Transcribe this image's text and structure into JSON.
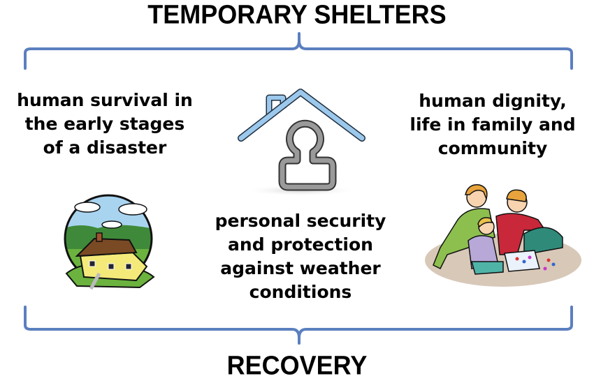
{
  "diagram": {
    "top_title": "TEMPORARY SHELTERS",
    "bottom_title": "RECOVERY",
    "left_block": {
      "lines": [
        "human survival in",
        "the early stages",
        "of a disaster"
      ],
      "icon": "earthquake-house-icon"
    },
    "center_block": {
      "lines": [
        "personal security",
        "and protection",
        "against weather",
        "conditions"
      ],
      "icon": "house-person-icon"
    },
    "right_block": {
      "lines": [
        "human dignity,",
        "life in family and",
        "community"
      ],
      "icon": "family-playing-icon"
    },
    "colors": {
      "brace": "#5b7fbf",
      "roof": "#9cc8ec",
      "person": "#8a8a8a",
      "text": "#000000"
    }
  }
}
